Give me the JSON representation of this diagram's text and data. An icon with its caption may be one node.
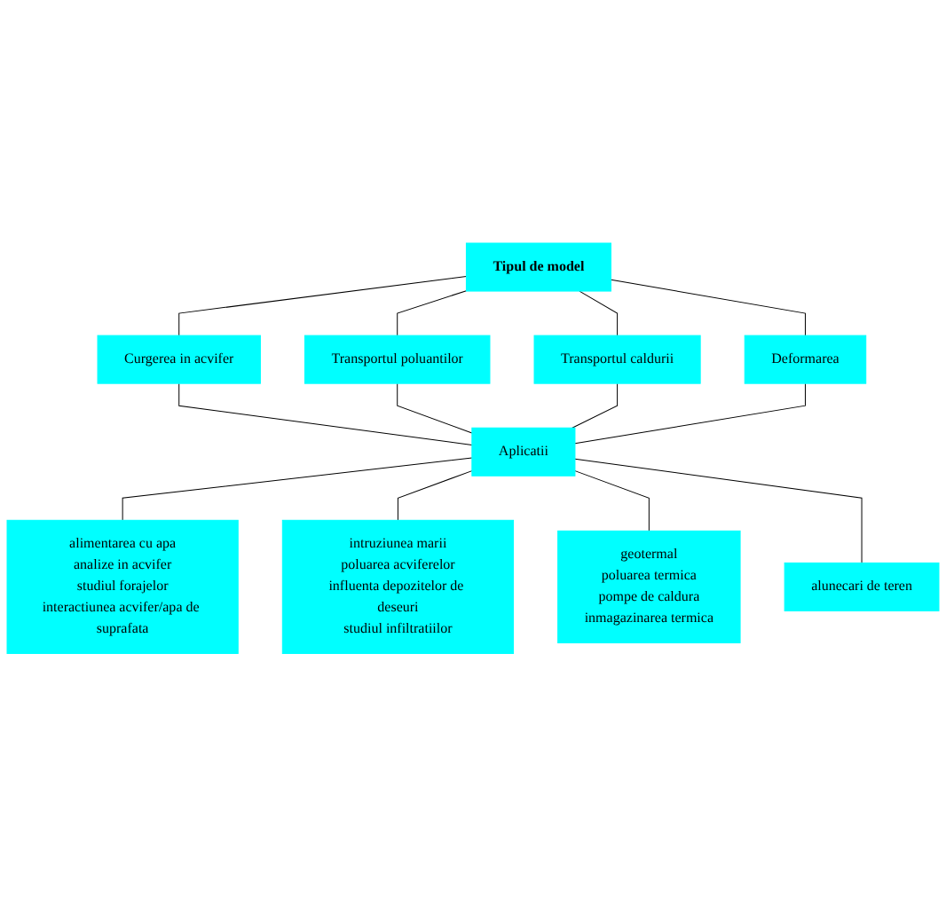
{
  "diagram": {
    "nodes": [
      {
        "text": [
          "Tipul de model"
        ]
      },
      {
        "text": [
          "Curgerea in acvifer"
        ]
      },
      {
        "text": [
          "Transportul poluantilor"
        ]
      },
      {
        "text": [
          "Transportul caldurii"
        ]
      },
      {
        "text": [
          "Deformarea"
        ]
      },
      {
        "text": [
          "Aplicatii"
        ]
      },
      {
        "text": [
          "alimentarea cu apa",
          "analize in acvifer",
          "studiul forajelor",
          "interactiunea acvifer/apa de suprafata"
        ]
      },
      {
        "text": [
          "intruziunea marii",
          "poluarea acviferelor",
          "influenta depozitelor de deseuri",
          "studiul infiltratiilor"
        ]
      },
      {
        "text": [
          "geotermal",
          "poluarea termica",
          "pompe de caldura",
          "inmagazinarea termica"
        ]
      },
      {
        "text": [
          "alunecari de teren"
        ]
      }
    ],
    "edges": [
      {
        "from": 0,
        "to": 1,
        "arrow": "none"
      },
      {
        "from": 0,
        "to": 2,
        "arrow": "none"
      },
      {
        "from": 0,
        "to": 3,
        "arrow": "none"
      },
      {
        "from": 0,
        "to": 4,
        "arrow": "none"
      },
      {
        "from": 1,
        "to": 5,
        "arrow": "none"
      },
      {
        "from": 2,
        "to": 5,
        "arrow": "none"
      },
      {
        "from": 3,
        "to": 5,
        "arrow": "none"
      },
      {
        "from": 4,
        "to": 5,
        "arrow": "none"
      },
      {
        "from": 5,
        "to": 6,
        "arrow": "none"
      },
      {
        "from": 5,
        "to": 7,
        "arrow": "none"
      },
      {
        "from": 5,
        "to": 8,
        "arrow": "none"
      },
      {
        "from": 5,
        "to": 9,
        "arrow": "none"
      }
    ]
  }
}
